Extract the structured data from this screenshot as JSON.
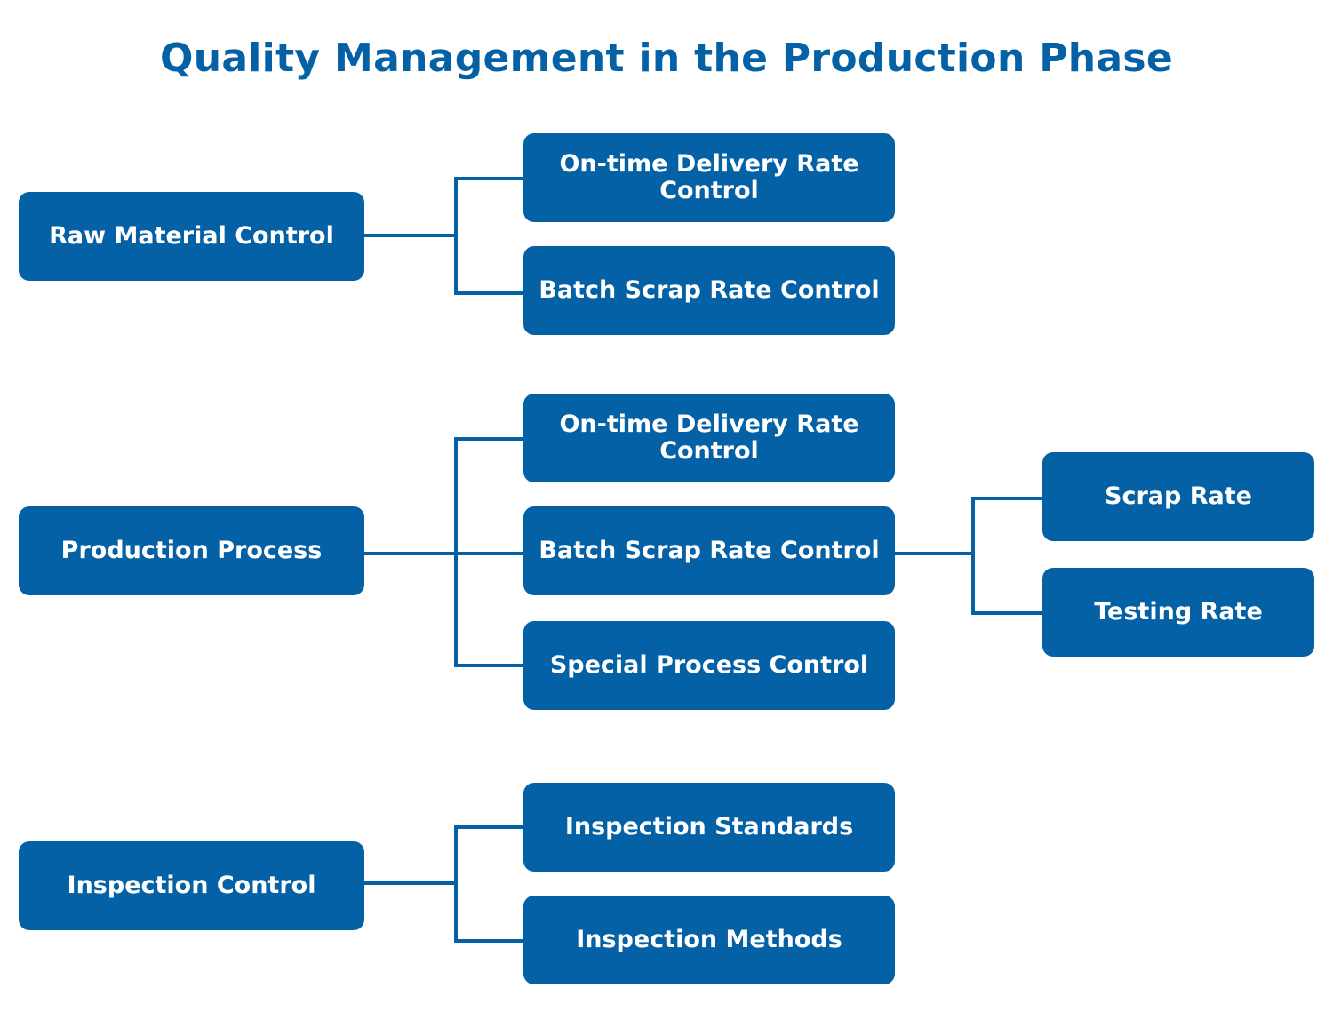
{
  "title": "Quality Management in the Production Phase",
  "colors": {
    "accent": "#0561a6",
    "node_text": "#ffffff",
    "background": "#ffffff"
  },
  "tree": [
    {
      "label": "Raw Material Control",
      "children": [
        {
          "label": "On-time Delivery Rate Control"
        },
        {
          "label": "Batch Scrap Rate Control"
        }
      ]
    },
    {
      "label": "Production Process",
      "children": [
        {
          "label": "On-time Delivery Rate Control"
        },
        {
          "label": "Batch Scrap Rate Control",
          "children": [
            {
              "label": "Scrap Rate"
            },
            {
              "label": "Testing Rate"
            }
          ]
        },
        {
          "label": "Special Process Control"
        }
      ]
    },
    {
      "label": "Inspection Control",
      "children": [
        {
          "label": "Inspection Standards"
        },
        {
          "label": "Inspection Methods"
        }
      ]
    }
  ]
}
